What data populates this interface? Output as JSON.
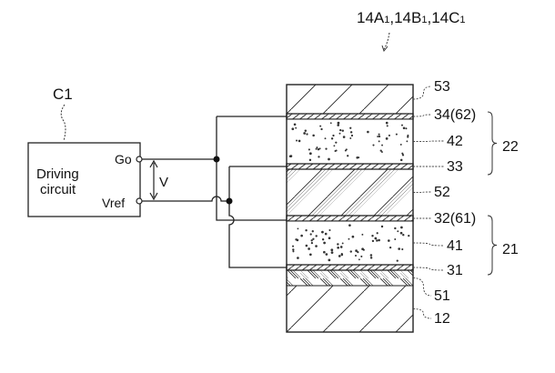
{
  "figure": {
    "title_label": "14A1,14B1,14C1",
    "title_parts": [
      {
        "text": "14A",
        "sub": "1"
      },
      {
        "text": ",14B",
        "sub": "1"
      },
      {
        "text": ",14C",
        "sub": "1"
      }
    ]
  },
  "circuit": {
    "label": "C1",
    "name_line1": "Driving",
    "name_line2": "circuit",
    "terminal_top": "Go",
    "terminal_bottom": "Vref",
    "voltage_label": "V"
  },
  "layers": [
    {
      "id": "53",
      "label": "53",
      "pattern": "wide-hatch"
    },
    {
      "id": "34",
      "label": "34(62)",
      "pattern": "electrode"
    },
    {
      "id": "42",
      "label": "42",
      "pattern": "dots"
    },
    {
      "id": "33",
      "label": "33",
      "pattern": "electrode"
    },
    {
      "id": "52",
      "label": "52",
      "pattern": "dense-hatch"
    },
    {
      "id": "32",
      "label": "32(61)",
      "pattern": "electrode"
    },
    {
      "id": "41",
      "label": "41",
      "pattern": "dots"
    },
    {
      "id": "31",
      "label": "31",
      "pattern": "electrode"
    },
    {
      "id": "51",
      "label": "51",
      "pattern": "cross-hatch"
    },
    {
      "id": "12",
      "label": "12",
      "pattern": "wide-hatch"
    }
  ],
  "groups": [
    {
      "label": "22",
      "members": [
        "34",
        "42",
        "33"
      ]
    },
    {
      "label": "21",
      "members": [
        "32",
        "41",
        "31"
      ]
    }
  ],
  "colors": {
    "ink": "#111111",
    "background": "#ffffff"
  }
}
